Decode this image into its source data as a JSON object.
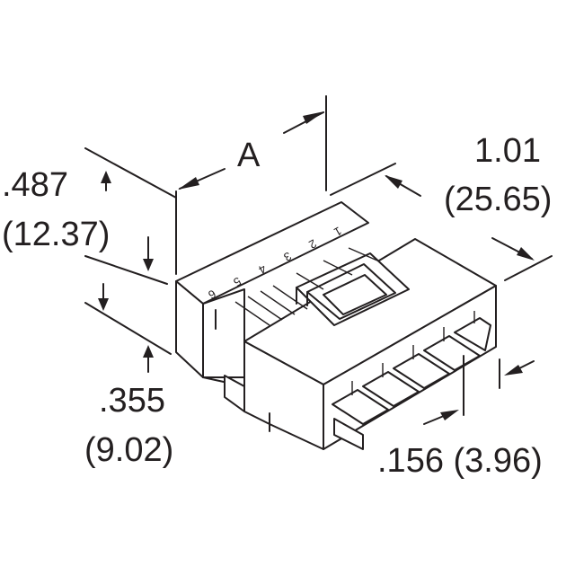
{
  "dimensions": {
    "a_label": "A",
    "width": {
      "inch": "1.01",
      "mm": "(25.65)"
    },
    "height": {
      "inch": ".487",
      "mm": "(12.37)"
    },
    "lower_height": {
      "inch": ".355",
      "mm": "(9.02)"
    },
    "pitch": {
      "label": ".156 (3.96)"
    }
  },
  "pin_numbers": [
    "1",
    "2",
    "3",
    "4",
    "5",
    "6"
  ],
  "colors": {
    "line": "#231f20",
    "background": "#ffffff"
  }
}
